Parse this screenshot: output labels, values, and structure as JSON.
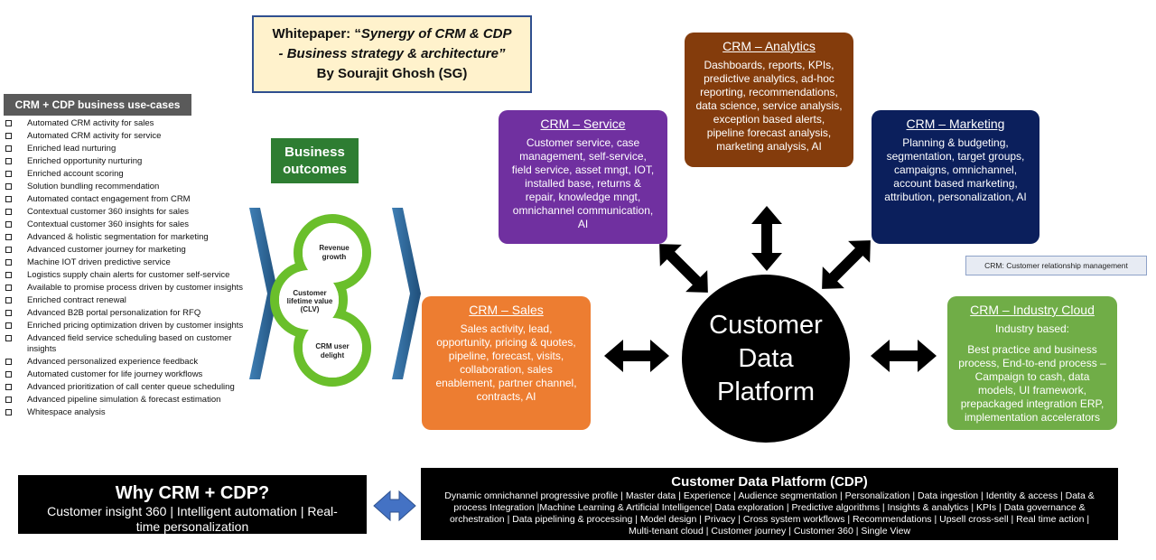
{
  "title": {
    "line1_prefix": "Whitepaper: “",
    "line1_italic": "Synergy of CRM & CDP",
    "line2_italic": "- Business strategy & architecture”",
    "line3": "By Sourajit Ghosh (SG)"
  },
  "use_cases": {
    "heading": "CRM + CDP business use-cases",
    "items": [
      "Automated CRM activity for sales",
      "Automated CRM activity for service",
      "Enriched lead nurturing",
      "Enriched opportunity nurturing",
      "Enriched account scoring",
      "Solution bundling recommendation",
      "Automated contact engagement from CRM",
      "Contextual customer 360 insights for sales",
      "Contextual customer 360 insights for sales",
      "Advanced & holistic segmentation for marketing",
      "Advanced customer journey for marketing",
      "Machine IOT driven predictive service",
      "Logistics supply chain alerts for customer self-service",
      "Available to promise process driven by customer insights",
      "Enriched contract renewal",
      "Advanced B2B portal personalization for RFQ",
      "Enriched pricing optimization driven by customer insights",
      "Advanced field service scheduling based on customer insights",
      "Advanced personalized experience feedback",
      "Automated customer for life journey workflows",
      "Advanced prioritization of call center queue scheduling",
      "Advanced pipeline simulation & forecast estimation",
      "Whitespace analysis"
    ]
  },
  "business_outcomes": {
    "line1": "Business",
    "line2": "outcomes",
    "cycle": {
      "revenue": [
        "Revenue",
        "growth"
      ],
      "clv": [
        "Customer",
        "lifetime value",
        "(CLV)"
      ],
      "delight": [
        "CRM user",
        "delight"
      ]
    }
  },
  "cards": {
    "service": {
      "title": "CRM – Service",
      "body": [
        "Customer service, case",
        "management, self-service,",
        "field service, asset mngt, IOT,",
        "installed base, returns &",
        "repair, knowledge mngt,",
        "omnichannel communication,",
        "AI"
      ]
    },
    "analytics": {
      "title": "CRM – Analytics",
      "body": [
        "Dashboards, reports, KPIs,",
        "predictive analytics, ad-hoc",
        "reporting, recommendations,",
        "data science, service analysis,",
        "exception based alerts,",
        "pipeline forecast analysis,",
        "marketing analysis, AI"
      ]
    },
    "marketing": {
      "title": "CRM – Marketing",
      "body": [
        "Planning & budgeting,",
        "segmentation, target groups,",
        "campaigns, omnichannel,",
        "account based marketing,",
        "attribution, personalization, AI"
      ]
    },
    "sales": {
      "title": "CRM – Sales",
      "body": [
        "Sales activity, lead,",
        "opportunity, pricing & quotes,",
        "pipeline, forecast, visits,",
        "collaboration, sales",
        "enablement, partner channel,",
        "contracts, AI"
      ]
    },
    "industry": {
      "title": "CRM – Industry Cloud",
      "subtitle": "Industry based:",
      "body": [
        "Best practice and business",
        "process, End-to-end process –",
        "Campaign to cash, data",
        "models, UI framework,",
        "prepackaged integration ERP,",
        "implementation accelerators"
      ]
    }
  },
  "center": {
    "line1": "Customer",
    "line2": "Data",
    "line3": "Platform"
  },
  "crm_note": "CRM: Customer relationship management",
  "why": {
    "title": "Why CRM + CDP?",
    "line1": "Customer insight 360 | Intelligent automation | Real-",
    "line2": "time personalization"
  },
  "cdp_box": {
    "title": "Customer Data Platform (CDP)",
    "lines": [
      "Dynamic omnichannel progressive profile | Master data | Experience | Audience segmentation | Personalization | Data ingestion | Identity & access | Data &",
      "process Integration |Machine Learning & Artificial Intelligence| Data exploration | Predictive algorithms | Insights & analytics | KPIs | Data governance &",
      "orchestration | Data pipelining & processing | Model design | Privacy | Cross system workflows | Recommendations | Upsell cross-sell | Real time action |",
      "Multi-tenant cloud | Customer journey | Customer 360 | Single View"
    ]
  },
  "colors": {
    "service": "#7030a0",
    "analytics": "#843c0c",
    "marketing": "#0b1f5c",
    "sales": "#ed7d31",
    "industry": "#70ad47",
    "cycle_green": "#6abf2b",
    "chevron": "#1f4e79",
    "double_arrow": "#4472c4"
  }
}
